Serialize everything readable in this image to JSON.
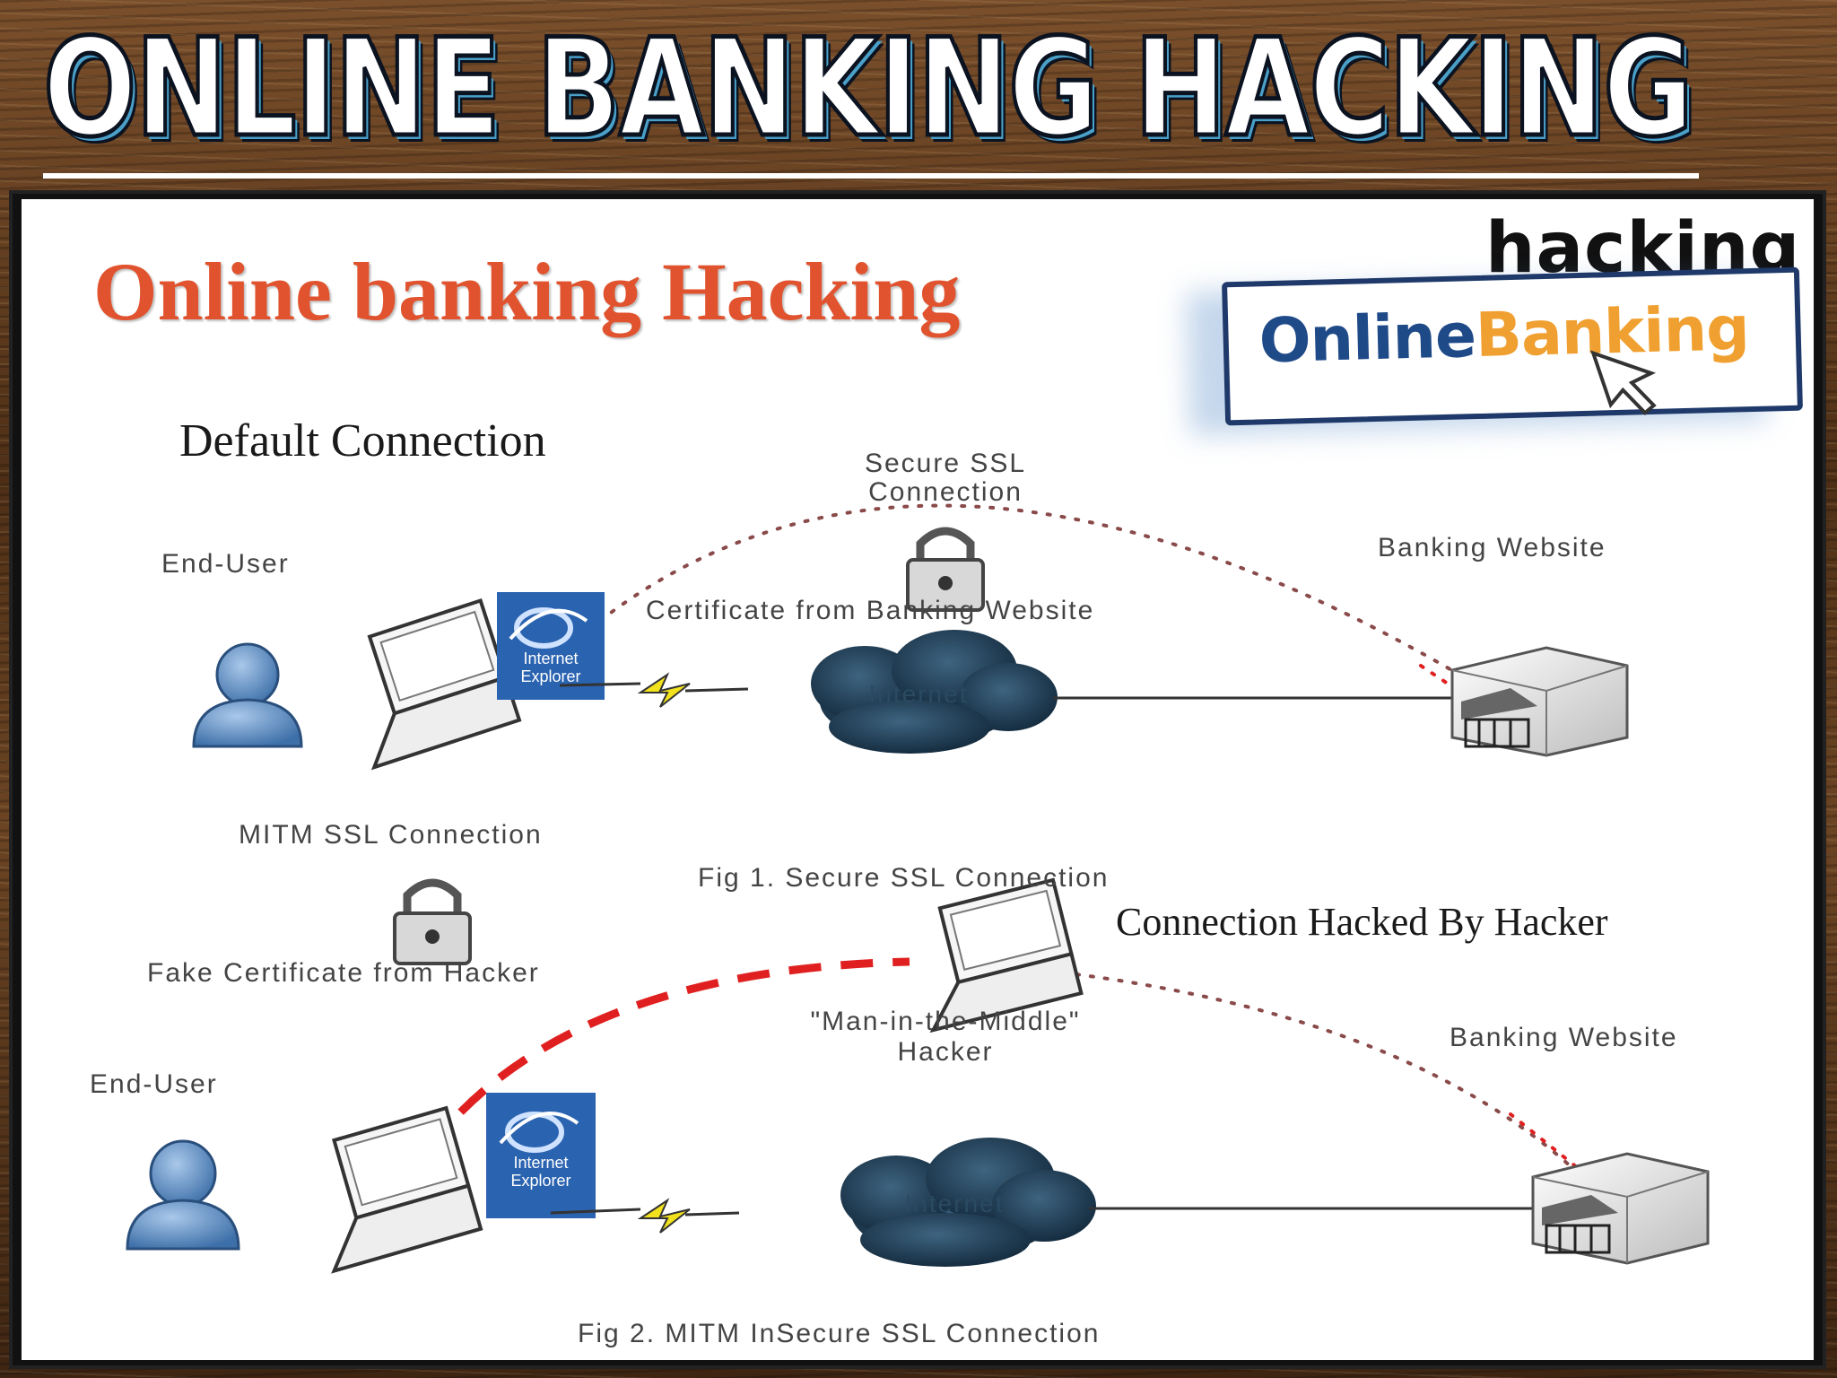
{
  "slide": {
    "title": "ONLINE BANKING HACKING"
  },
  "diagram": {
    "heading": "Online banking Hacking",
    "logo": {
      "hacking": "hacking",
      "online": "Online",
      "banking": "Banking"
    },
    "fig1": {
      "section_title": "Default Connection",
      "ssl_line1": "Secure SSL",
      "ssl_line2": "Connection",
      "end_user": "End-User",
      "certificate": "Certificate from Banking Website",
      "bank": "Banking Website",
      "ie_line1": "Internet",
      "ie_line2": "Explorer",
      "cloud": "Internet",
      "caption": "Fig 1. Secure SSL Connection"
    },
    "fig2": {
      "mitm_label": "MITM SSL Connection",
      "section_title": "Connection Hacked By Hacker",
      "fake_cert": "Fake Certificate from Hacker",
      "mitm_line1": "\"Man-in-the-Middle\"",
      "mitm_line2": "Hacker",
      "end_user": "End-User",
      "bank": "Banking Website",
      "ie_line1": "Internet",
      "ie_line2": "Explorer",
      "cloud": "Internet",
      "caption": "Fig 2. MITM InSecure SSL Connection"
    }
  },
  "colors": {
    "heading": "#e0532e",
    "dashed_red": "#e02020",
    "user_blue": "#5b8fc7",
    "cloud_dark": "#1e3a50",
    "ie_blue": "#2a63b0"
  }
}
